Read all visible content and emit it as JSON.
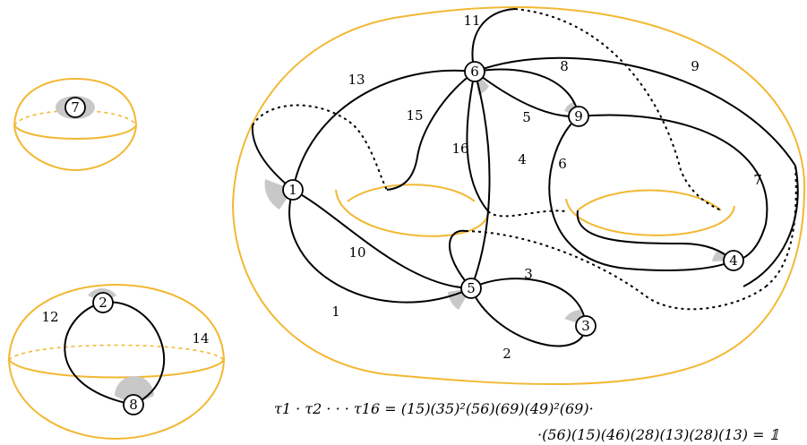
{
  "vertices": [
    {
      "id": "v1",
      "label": "1"
    },
    {
      "id": "v2",
      "label": "2"
    },
    {
      "id": "v3",
      "label": "3"
    },
    {
      "id": "v4",
      "label": "4"
    },
    {
      "id": "v5",
      "label": "5"
    },
    {
      "id": "v6",
      "label": "6"
    },
    {
      "id": "v7",
      "label": "7"
    },
    {
      "id": "v8",
      "label": "8"
    },
    {
      "id": "v9",
      "label": "9"
    }
  ],
  "edge_labels": {
    "e1": "1",
    "e2": "2",
    "e3": "3",
    "e4": "4",
    "e5": "5",
    "e6": "6",
    "e7": "7",
    "e8": "8",
    "e9": "9",
    "e10": "10",
    "e11": "11",
    "e12": "12",
    "e13": "13",
    "e14": "14",
    "e15": "15",
    "e16": "16"
  },
  "formula": {
    "line1": "τ1 · τ2 · · · τ16 = (15)(35)²(56)(69)(49)²(69)·",
    "line2": "·(56)(15)(46)(28)(13)(28)(13) = 𝟙"
  }
}
